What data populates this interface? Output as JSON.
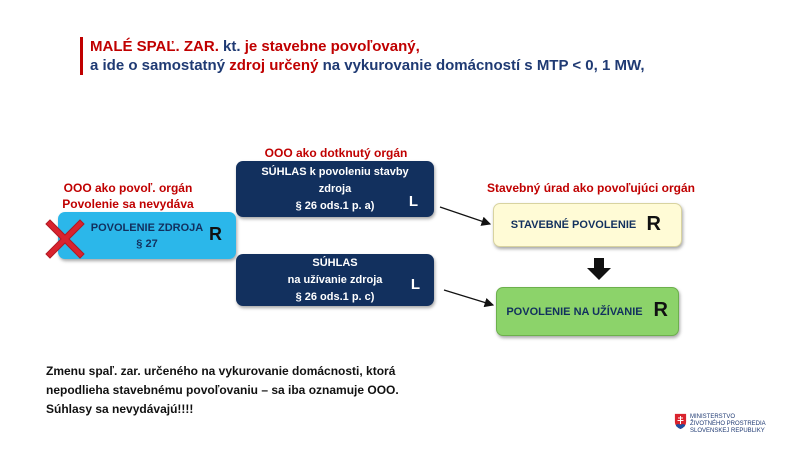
{
  "title": {
    "line1_part1": "MALÉ SPAĽ. ZAR.",
    "line1_part2": " kt. ",
    "line1_part3": "je stavebne povoľovaný,",
    "line2_part1": "a ide o samostatný ",
    "line2_part2": "zdroj určený",
    "line2_part3": " na vykurovanie domácností s MTP < 0, 1 MW,"
  },
  "left_label": {
    "line1": "OOO ako povoľ. orgán",
    "line2": "Povolenie sa nevydáva"
  },
  "top_center_label": "OOO ako dotknutý orgán",
  "right_label": "Stavebný úrad  ako povoľujúci orgán",
  "box_povolenie_zdroja": {
    "line1": "POVOLENIE ZDROJA",
    "line2": "§ 27",
    "letter": "R"
  },
  "box_suhlas_stavba": {
    "line1": "SÚHLAS  k povoleniu stavby",
    "line2": "zdroja",
    "line3": "§ 26 ods.1 p. a)",
    "letter": "L"
  },
  "box_suhlas_uzivanie": {
    "line1": "SÚHLAS",
    "line2": "na užívanie zdroja",
    "line3": "§ 26 ods.1 p. c)",
    "letter": "L"
  },
  "box_stavebne_povolenie": {
    "label": "STAVEBNÉ POVOLENIE",
    "letter": "R"
  },
  "box_povolenie_uzivanie": {
    "label": "POVOLENIE NA UŽÍVANIE",
    "letter": "R"
  },
  "footer": {
    "line1": "Zmenu  spaľ. zar. určeného na vykurovanie domácnosti, ktorá",
    "line2": "nepodlieha  stavebnému povoľovaniu – sa iba oznamuje OOO.",
    "line3": "Súhlasy sa nevydávajú!!!!"
  },
  "ministry": {
    "line1": "MINISTERSTVO",
    "line2": "ŽIVOTNÉHO PROSTREDIA",
    "line3": "SLOVENSKEJ REPUBLIKY"
  },
  "colors": {
    "navy": "#12305e",
    "red": "#c00000",
    "cyan": "#2bb7ea",
    "yellow": "#fffbd6",
    "green": "#8cd36a",
    "cross": "#d9232e"
  }
}
